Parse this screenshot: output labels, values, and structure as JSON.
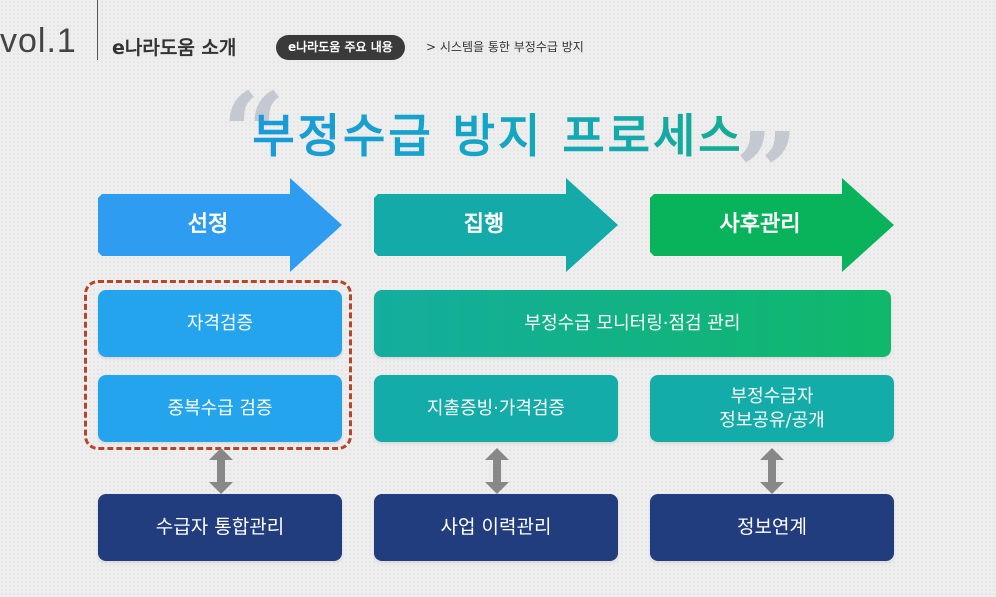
{
  "header": {
    "vol": "vol.1",
    "series_title": "e나라도움 소개",
    "pill": "e나라도움 주요 내용",
    "breadcrumb": "> 시스템을 통한 부정수급 방지"
  },
  "title": "부정수급 방지 프로세스",
  "stages": [
    {
      "label": "선정",
      "color": "#2e9cf0"
    },
    {
      "label": "집행",
      "color": "#14aaa8"
    },
    {
      "label": "사후관리",
      "color": "#08b35c"
    }
  ],
  "boxes": {
    "qualification": "자격검증",
    "duplicate": "중복수급 검증",
    "monitoring": "부정수급 모니터링·점검 관리",
    "expense": "지출증빙·가격검증",
    "disclosure_line1": "부정수급자",
    "disclosure_line2": "정보공유/공개"
  },
  "systems": {
    "recipient": "수급자 통합관리",
    "project": "사업 이력관리",
    "info": "정보연계"
  },
  "colors": {
    "navy": "#223d7d",
    "dash": "#b5462a",
    "arrow_gray": "#888888"
  }
}
